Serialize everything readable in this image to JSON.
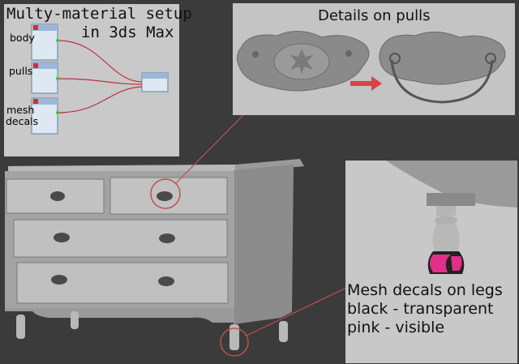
{
  "material_panel": {
    "title_line1": "Multy-material setup",
    "title_line2": "in 3ds Max",
    "slots": {
      "body": "body",
      "pulls": "pulls",
      "mesh": "mesh",
      "decals": "decals"
    }
  },
  "pulls_panel": {
    "title": "Details on pulls"
  },
  "legs_panel": {
    "line1": "Mesh decals on legs",
    "line2": "black - transparent",
    "line3": "pink - visible"
  },
  "colors": {
    "background": "#3b3b3b",
    "highlight_circle": "#c0504d",
    "wire": "#c03040",
    "decal_pink": "#e0308a",
    "arrow": "#d84545"
  }
}
